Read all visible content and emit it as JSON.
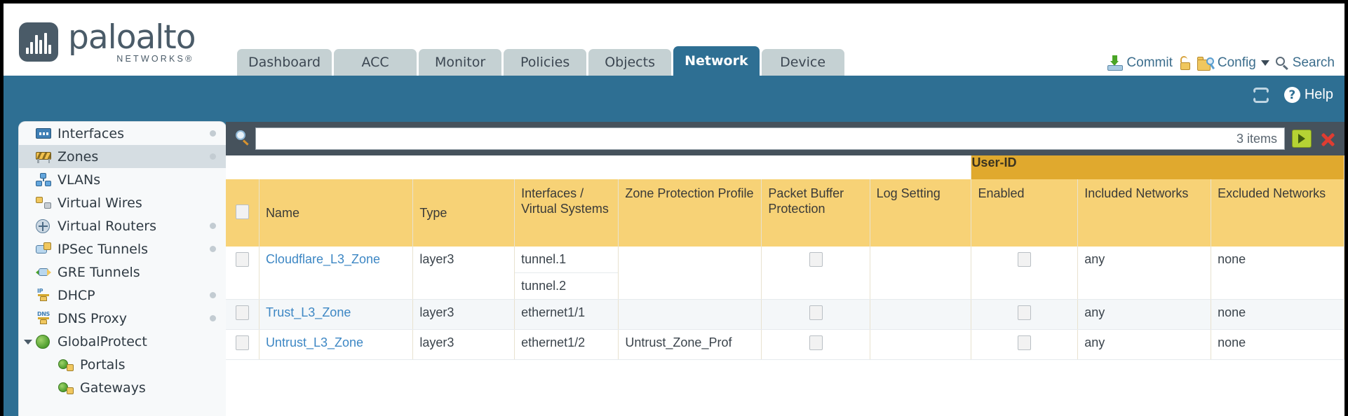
{
  "brand": {
    "name": "paloalto",
    "sub": "NETWORKS®"
  },
  "tabs": [
    {
      "label": "Dashboard",
      "active": false
    },
    {
      "label": "ACC",
      "active": false
    },
    {
      "label": "Monitor",
      "active": false
    },
    {
      "label": "Policies",
      "active": false
    },
    {
      "label": "Objects",
      "active": false
    },
    {
      "label": "Network",
      "active": true
    },
    {
      "label": "Device",
      "active": false
    }
  ],
  "header_actions": {
    "commit": "Commit",
    "config": "Config",
    "search": "Search",
    "help": "Help",
    "help_glyph": "?"
  },
  "sidebar": {
    "items": [
      {
        "label": "Interfaces",
        "icon": "interfaces-icon",
        "selected": false,
        "dot": true,
        "child": false
      },
      {
        "label": "Zones",
        "icon": "zones-icon",
        "selected": true,
        "dot": true,
        "child": false
      },
      {
        "label": "VLANs",
        "icon": "vlans-icon",
        "selected": false,
        "dot": false,
        "child": false
      },
      {
        "label": "Virtual Wires",
        "icon": "virtual-wires-icon",
        "selected": false,
        "dot": false,
        "child": false
      },
      {
        "label": "Virtual Routers",
        "icon": "virtual-routers-icon",
        "selected": false,
        "dot": true,
        "child": false
      },
      {
        "label": "IPSec Tunnels",
        "icon": "ipsec-tunnels-icon",
        "selected": false,
        "dot": true,
        "child": false
      },
      {
        "label": "GRE Tunnels",
        "icon": "gre-tunnels-icon",
        "selected": false,
        "dot": false,
        "child": false
      },
      {
        "label": "DHCP",
        "icon": "dhcp-icon",
        "selected": false,
        "dot": true,
        "child": false
      },
      {
        "label": "DNS Proxy",
        "icon": "dns-proxy-icon",
        "selected": false,
        "dot": true,
        "child": false
      },
      {
        "label": "GlobalProtect",
        "icon": "globalprotect-icon",
        "selected": false,
        "dot": false,
        "child": false
      },
      {
        "label": "Portals",
        "icon": "portals-icon",
        "selected": false,
        "dot": false,
        "child": true
      },
      {
        "label": "Gateways",
        "icon": "gateways-icon",
        "selected": false,
        "dot": false,
        "child": true
      }
    ]
  },
  "search_bar": {
    "value": "",
    "placeholder": "",
    "item_count": "3 items"
  },
  "table": {
    "group_header": "User-ID",
    "columns": [
      "Name",
      "Type",
      "Interfaces / Virtual Systems",
      "Zone Protection Profile",
      "Packet Buffer Protection",
      "Log Setting",
      "Enabled",
      "Included Networks",
      "Excluded Networks"
    ],
    "rows": [
      {
        "name": "Cloudflare_L3_Zone",
        "type": "layer3",
        "interfaces": [
          "tunnel.1",
          "tunnel.2"
        ],
        "zone_protection_profile": "",
        "packet_buffer_protection": false,
        "log_setting": "",
        "userid_enabled": false,
        "included_networks": "any",
        "excluded_networks": "none"
      },
      {
        "name": "Trust_L3_Zone",
        "type": "layer3",
        "interfaces": [
          "ethernet1/1"
        ],
        "zone_protection_profile": "",
        "packet_buffer_protection": false,
        "log_setting": "",
        "userid_enabled": false,
        "included_networks": "any",
        "excluded_networks": "none"
      },
      {
        "name": "Untrust_L3_Zone",
        "type": "layer3",
        "interfaces": [
          "ethernet1/2"
        ],
        "zone_protection_profile": "Untrust_Zone_Prof",
        "packet_buffer_protection": false,
        "log_setting": "",
        "userid_enabled": false,
        "included_networks": "any",
        "excluded_networks": "none"
      }
    ]
  },
  "colors": {
    "brand_slate": "#4a5b68",
    "tab_active": "#2e6f93",
    "tab_inactive": "#c5d1d3",
    "header_gold": "#f7d276",
    "group_gold": "#e0a92e",
    "link_blue": "#3d87c4"
  }
}
